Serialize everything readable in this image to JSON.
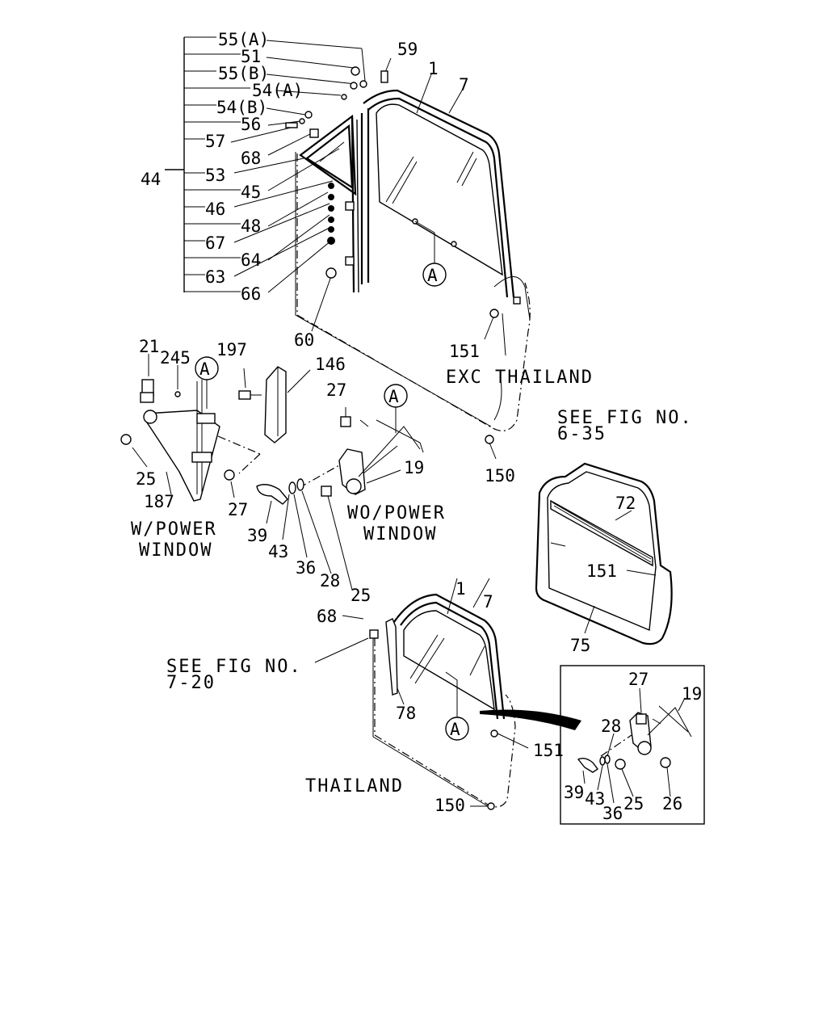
{
  "callouts": {
    "c55a": "55(A)",
    "c51": "51",
    "c55b": "55(B)",
    "c54a": "54(A)",
    "c54b": "54(B)",
    "c56": "56",
    "c57": "57",
    "c68": "68",
    "c53": "53",
    "c45": "45",
    "c46": "46",
    "c48": "48",
    "c67": "67",
    "c64": "64",
    "c63": "63",
    "c66": "66",
    "c44": "44",
    "c59": "59",
    "c1": "1",
    "c7": "7",
    "cA": "A",
    "c60": "60",
    "c151": "151",
    "c21": "21",
    "c245": "245",
    "c197": "197",
    "c146": "146",
    "c27": "27",
    "c19": "19",
    "c25": "25",
    "c187": "187",
    "c39": "39",
    "c43": "43",
    "c36": "36",
    "c28": "28",
    "c150": "150",
    "c72": "72",
    "c75": "75",
    "c78": "78",
    "c26": "26"
  },
  "captions": {
    "exc_thailand": "EXC THAILAND",
    "see_fig_635_a": "SEE FIG NO.",
    "see_fig_635_b": "6-35",
    "wo_power_a": "WO/POWER",
    "wo_power_b": "WINDOW",
    "w_power_a": "W/POWER",
    "w_power_b": "WINDOW",
    "see_fig_720_a": "SEE FIG NO.",
    "see_fig_720_b": "7-20",
    "thailand": "THAILAND"
  }
}
